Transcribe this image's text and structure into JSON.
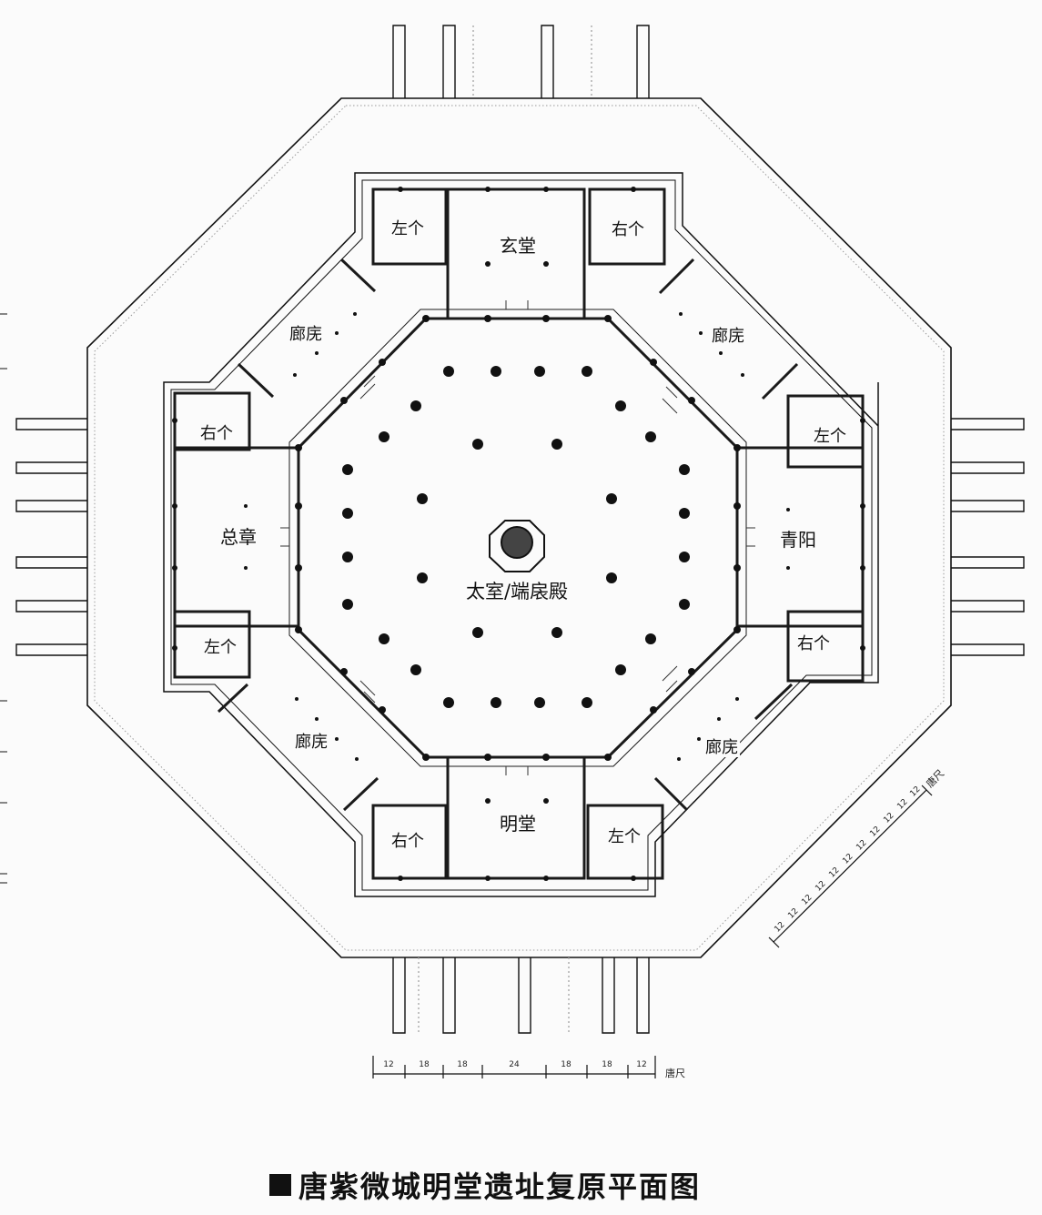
{
  "labels": {
    "xuantang": "玄堂",
    "mingtang": "明堂",
    "qingyang": "青阳",
    "zongzhang": "总章",
    "taishi": "太室/端扆殿",
    "n_left": "左个",
    "n_right": "右个",
    "e_left": "左个",
    "e_right": "右个",
    "s_left": "左个",
    "s_right": "右个",
    "w_left": "左个",
    "w_right": "右个",
    "corridor_nw": "廊庑",
    "corridor_ne": "廊庑",
    "corridor_sw": "廊庑",
    "corridor_se": "廊庑"
  },
  "scale_bottom": {
    "segments": [
      "12",
      "18",
      "18",
      "24",
      "18",
      "18",
      "12"
    ],
    "unit": "唐尺"
  },
  "scale_diagonal": {
    "segments": [
      "12",
      "12",
      "12",
      "12",
      "12",
      "12",
      "12",
      "12",
      "12",
      "12",
      "12"
    ],
    "unit": "唐尺"
  },
  "caption": "唐紫微城明堂遗址复原平面图",
  "colors": {
    "line": "#111111",
    "wall": "#1a1a1a",
    "background": "#fbfbfb",
    "platform_dots": "#9a9a9a"
  }
}
